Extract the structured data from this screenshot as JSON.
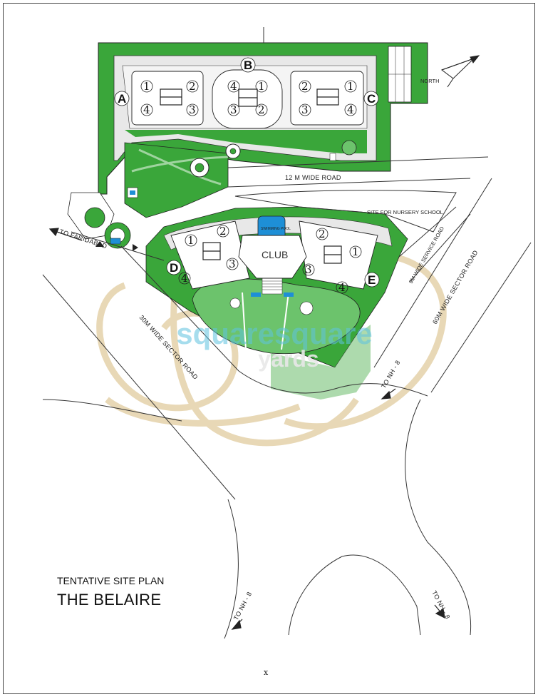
{
  "title": {
    "line1": "TENTATIVE SITE PLAN",
    "line2": "THE BELAIRE"
  },
  "north_label": "NORTH",
  "club_label": "CLUB",
  "pool_label": "SWIMMING POOL",
  "blocks": [
    "A",
    "B",
    "C",
    "D",
    "E"
  ],
  "unit_numbers": [
    "1",
    "2",
    "3",
    "4"
  ],
  "roads": {
    "road_12m": "12 M WIDE ROAD",
    "road_30m": "30M WIDE SECTOR ROAD",
    "road_9m": "9M WIDE SERVICE ROAD",
    "road_60m": "60M WIDE SECTOR ROAD",
    "nursery": "SITE FOR NURSERY SCHOOL",
    "to_faridabad": "TO FARIDABAD",
    "to_nh8_a": "TO NH - 8",
    "to_nh8_b": "TO NH - 8",
    "to_nh8_c": "TO NH - 8"
  },
  "watermark": {
    "line1": "squaresquare",
    "line2": "yards"
  },
  "footer_mark": "x",
  "colors": {
    "green": "#3aa63a",
    "light_green": "#6cc36c",
    "pale_green": "#9fd49f",
    "pool": "#1e8fd6",
    "ornament": "#e2cfa5",
    "line": "#333333"
  }
}
